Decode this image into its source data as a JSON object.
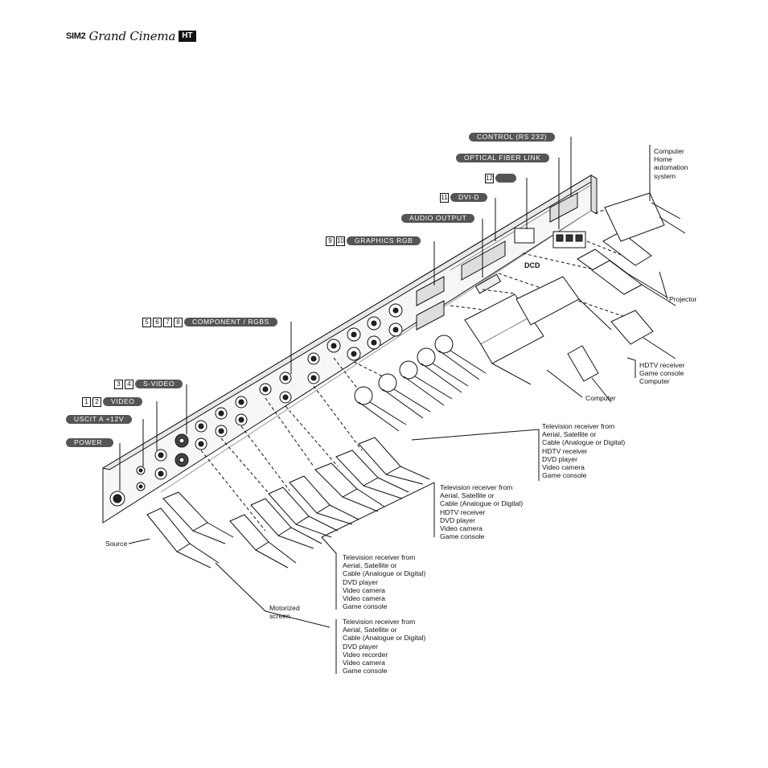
{
  "header": {
    "brand_sim": "SIM2",
    "brand_name": "Grand Cinema",
    "brand_badge": "HT"
  },
  "labels": {
    "control": "CONTROL (RS 232)",
    "optical": "OPTICAL FIBER LINK",
    "n12": "12",
    "n11": "11",
    "dvid": "DVI-D",
    "audio": "AUDIO OUTPUT",
    "n9": "9",
    "n10": "10",
    "graphics": "GRAPHICS RGB",
    "n5": "5",
    "n6": "6",
    "n7": "7",
    "n8": "8",
    "component": "COMPONENT / RGBS",
    "n3": "3",
    "n4": "4",
    "svideo": "S-VIDEO",
    "n1": "1",
    "n2": "2",
    "video": "VIDEO",
    "uscita": "USCIT A +12V",
    "power": "POWER"
  },
  "callouts": {
    "computer_top": [
      "Computer",
      "Home",
      "automation",
      "system"
    ],
    "projector": "Projector",
    "hdtv_list": [
      "HDTV receiver",
      "Game console",
      "Computer"
    ],
    "computer_bottom": "Computer",
    "source": "Source",
    "motorized": [
      "Motorized",
      "screen"
    ],
    "list_component_bnc": [
      "Television receiver from",
      "Aerial, Satellite or",
      "Cable (Analogue or Digital)",
      "HDTV receiver",
      "DVD player",
      "Video camera",
      "Game console"
    ],
    "list_component_rca": [
      "Television receiver from",
      "Aerial, Satellite or",
      "Cable (Analogue or Digital)",
      "HDTV receiver",
      "DVD player",
      "Video camera",
      "Game console"
    ],
    "list_svideo": [
      "Television receiver from",
      "Aerial, Satellite or",
      "Cable (Analogue or Digital)",
      "DVD player",
      "Video camera",
      "Video camera",
      "Game console"
    ],
    "list_video": [
      "Television receiver from",
      "Aerial, Satellite or",
      "Cable (Analogue or Digital)",
      "DVD player",
      "Video recorder",
      "Video camera",
      "Game console"
    ]
  }
}
